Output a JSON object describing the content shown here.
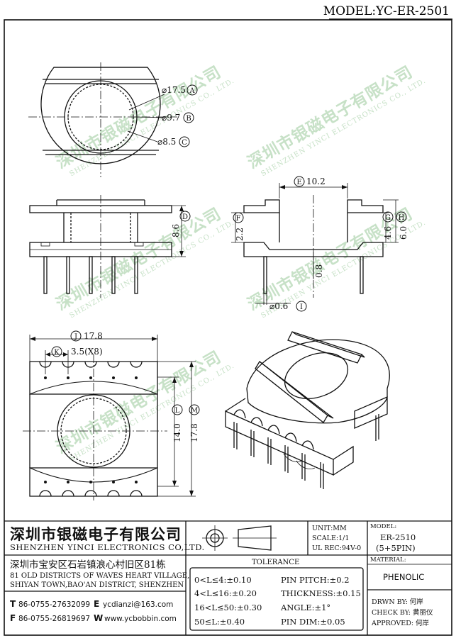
{
  "model_header": "MODEL:YC-ER-2501",
  "callouts": {
    "a": "⌀17.5",
    "a_tag": "A",
    "b": "⌀9.7",
    "b_tag": "B",
    "c": "⌀8.5",
    "c_tag": "C",
    "d": "8.6",
    "d_tag": "D",
    "e": "10.2",
    "e_tag": "E",
    "f": "2.2",
    "f_tag": "F",
    "g": "4.6",
    "g_tag": "G",
    "h": "6.0",
    "h_tag": "H",
    "i": "⌀0.6",
    "i_tag": "I",
    "j": "17.8",
    "j_tag": "J",
    "k": "3.5(X8)",
    "k_tag": "K",
    "l": "14.0",
    "l_tag": "L",
    "m": "17.8",
    "m_tag": "M",
    "extra": "0.8"
  },
  "watermark": {
    "cn": "深圳市银磁电子有限公司",
    "en": "SHENZHEN YINCI ELECTRONICS CO., LTD."
  },
  "title_block": {
    "company_cn": "深圳市银磁电子有限公司",
    "company_en": "SHENZHEN YINCI ELECTRONICS CO,LTD.",
    "address_cn": "深圳市宝安区石岩镇浪心村旧区81栋",
    "address_en1": "81 OLD DISTRICTS OF WAVES HEART VILLAGE,",
    "address_en2": "SHIYAN TOWN,BAO'AN DISTRICT, SHENZHEN",
    "tel_label": "T",
    "tel": "86-0755-27632099",
    "email_label": "E",
    "email": "ycdianzi@163.com",
    "fax_label": "F",
    "fax": "86-0755-26819697",
    "web_label": "W",
    "web": "www.ycbobbin.com",
    "unit": "UNIT:MM",
    "scale": "SCALE:1/1",
    "ul_rec": "UL REC:94V-0",
    "model_label": "MODEL:",
    "model_value": "ER-2510",
    "model_pins": "(5+5PIN)",
    "tolerance_title": "TOLERANCE",
    "tol_rows": [
      "0<L≤4:±0.10",
      "4<L≤16:±0.20",
      "16<L≤50:±0.30",
      "50≤L:±0.40"
    ],
    "pin_rows": [
      "PIN PITCH:±0.2",
      "THICKNESS:±0.15",
      "ANGLE:±1°",
      "PIN DIM:±0.05"
    ],
    "material_label": "MATERIAL:",
    "material_value": "PHENOLIC",
    "drawn_by": "DRWN BY: 何岸",
    "check_by": "CHECK BY: 黄丽仪",
    "approved": "APPROVED: 何岸"
  }
}
